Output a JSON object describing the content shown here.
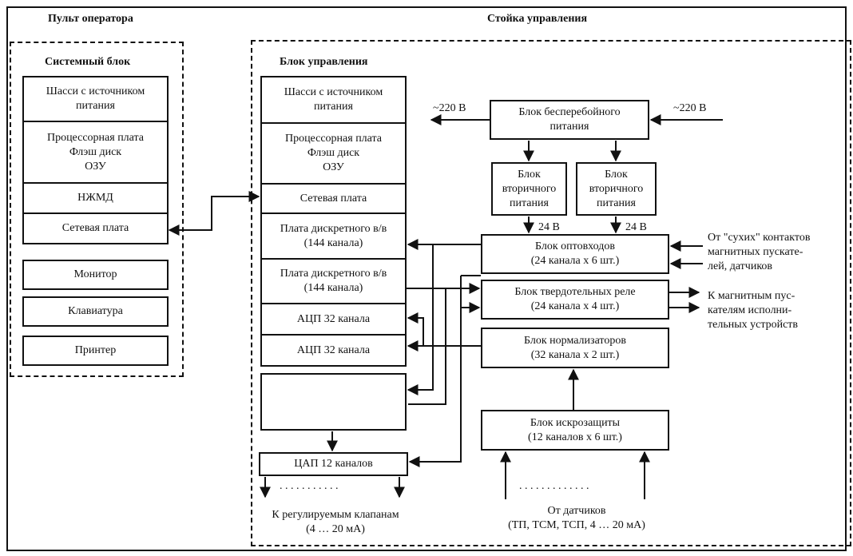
{
  "regions": {
    "operator_console": "Пульт оператора",
    "control_rack": "Стойка управления",
    "system_unit": "Системный блок",
    "control_unit": "Блок управления"
  },
  "system_unit_stack": [
    "Шасси с источником\nпитания",
    "Процессорная плата\nФлэш диск\nОЗУ",
    "НЖМД",
    "Сетевая плата"
  ],
  "peripherals": [
    "Монитор",
    "Клавиатура",
    "Принтер"
  ],
  "control_unit_stack": [
    "Шасси с источником\nпитания",
    "Процессорная плата\nФлэш диск\nОЗУ",
    "Сетевая плата",
    "Плата дискретного в/в\n(144 канала)",
    "Плата дискретного в/в\n(144 канала)",
    "АЦП 32 канала",
    "АЦП 32 канала",
    ""
  ],
  "dac": "ЦАП 12 каналов",
  "right_blocks": {
    "ups": "Блок бесперебойного\nпитания",
    "secondary_1": "Блок\nвторичного\nпитания",
    "secondary_2": "Блок\nвторичного\nпитания",
    "optocouplers": "Блок оптовходов\n(24 канала х 6 шт.)",
    "ssr": "Блок твердотельных реле\n(24 канала х 4 шт.)",
    "normalizers": "Блок нормализаторов\n(32 канала х 2 шт.)",
    "spark_protection": "Блок искрозащиты\n(12 каналов х 6 шт.)"
  },
  "annotations": {
    "ac_out": "~220 В",
    "ac_in": "~220 В",
    "v24_1": "24 В",
    "v24_2": "24 В",
    "dry_contacts": "От \"сухих\" контактов\nмагнитных пускате-\nлей, датчиков",
    "to_starters": "К магнитным пус-\nкателям исполни-\nтельных устройств",
    "to_valves": "К регулируемым клапанам\n(4 … 20 мА)",
    "from_sensors": "От датчиков\n(ТП, ТСМ, ТСП, 4 … 20 мА)",
    "dots_left": ". . . . . . . . . . .",
    "dots_right": ". . . . . . . . . . . . ."
  }
}
